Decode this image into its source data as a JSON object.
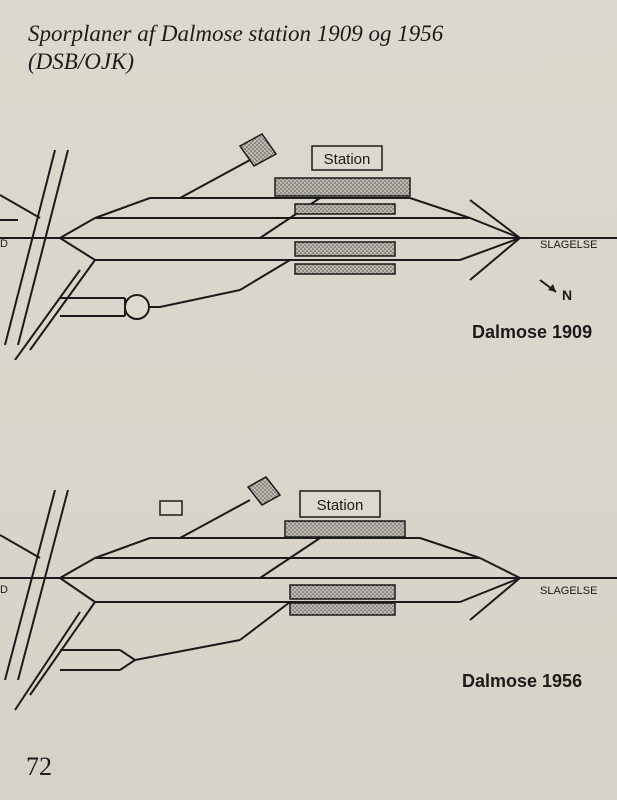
{
  "caption": {
    "line1": "Sporplaner af Dalmose station 1909 og 1956",
    "line2": "(DSB/OJK)"
  },
  "plan_1909": {
    "station_label": "Station",
    "direction_label": "SLAGELSE",
    "left_edge_label": "D",
    "north_label": "N",
    "title": "Dalmose 1909"
  },
  "plan_1956": {
    "station_label": "Station",
    "direction_label": "SLAGELSE",
    "left_edge_label": "D",
    "title": "Dalmose 1956"
  },
  "page_number": "72",
  "colors": {
    "paper": "#ddd9cf",
    "ink": "#1b1b1b",
    "hatch": "#555555"
  }
}
